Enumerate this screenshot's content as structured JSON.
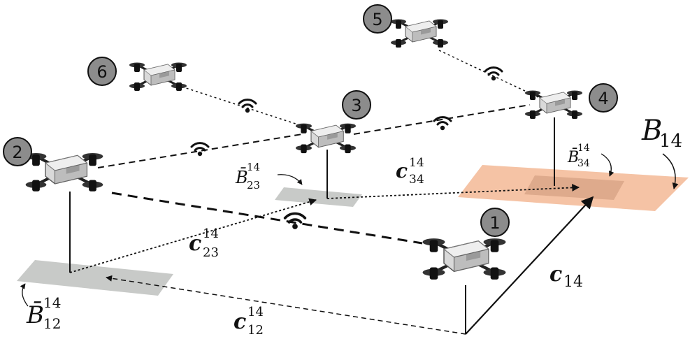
{
  "drones": [
    {
      "id": "1",
      "label": "1"
    },
    {
      "id": "2",
      "label": "2"
    },
    {
      "id": "3",
      "label": "3"
    },
    {
      "id": "4",
      "label": "4"
    },
    {
      "id": "5",
      "label": "5"
    },
    {
      "id": "6",
      "label": "6"
    }
  ],
  "vectors": {
    "c14": {
      "base": "c",
      "sub": "14"
    },
    "c12": {
      "base": "c",
      "sub": "12",
      "sup": "14"
    },
    "c23": {
      "base": "c",
      "sub": "23",
      "sup": "14"
    },
    "c34": {
      "base": "c",
      "sub": "34",
      "sup": "14"
    }
  },
  "regions": {
    "B14": {
      "base": "B",
      "sub": "14"
    },
    "B12": {
      "base": "B̄",
      "sub": "12",
      "sup": "14"
    },
    "B23": {
      "base": "B̄",
      "sub": "23",
      "sup": "14"
    },
    "B34": {
      "base": "B̄",
      "sub": "34",
      "sup": "14"
    }
  },
  "colors": {
    "shadow_gray": "#c8cac8",
    "target_region": "#f3b895",
    "target_inner": "#d6a184",
    "badge_fill": "#8c8c8c",
    "drone_body": "#d9d9d9",
    "ink": "#111111"
  },
  "icons": [
    "wifi-icon",
    "drone-icon",
    "curved-arrow-icon"
  ]
}
